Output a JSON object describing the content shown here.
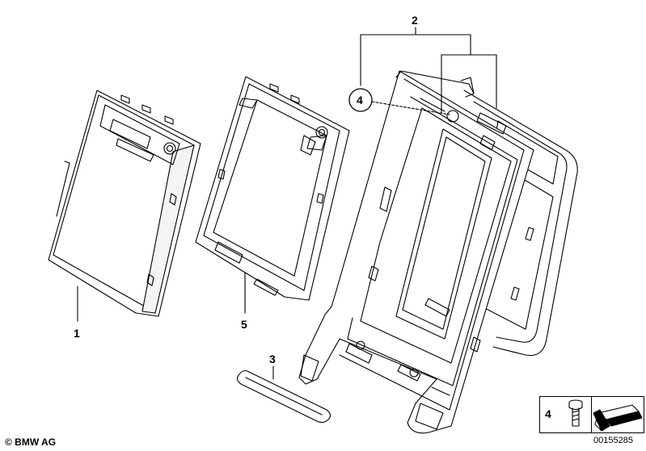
{
  "callouts": {
    "part1": "1",
    "part2": "2",
    "part3": "3",
    "part4": "4",
    "part5": "5"
  },
  "legend": {
    "part_number": "4",
    "screw_icon": "screw-icon",
    "arrow_icon": "direction-arrow-icon"
  },
  "footer": {
    "copyright": "© BMW AG",
    "document_number": "00155285"
  }
}
